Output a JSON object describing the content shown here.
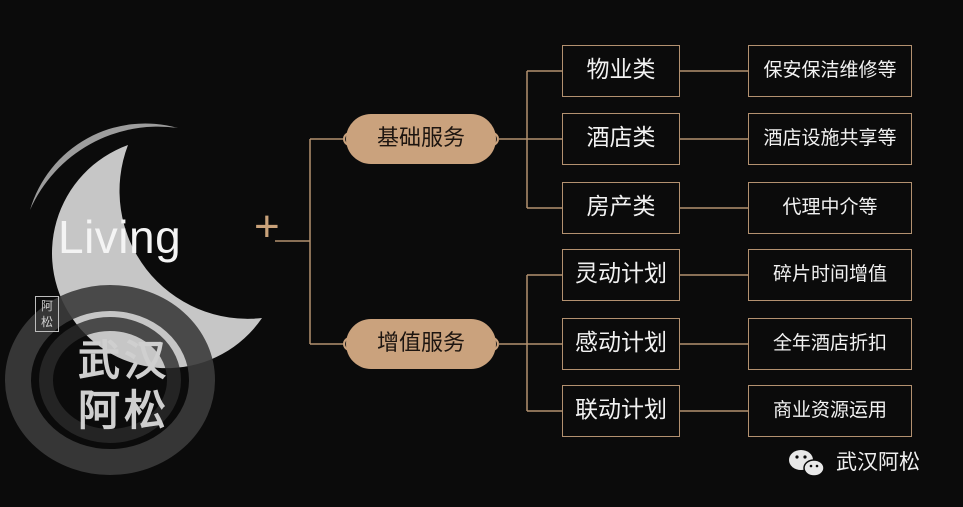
{
  "logo": {
    "text": "Living",
    "plus": "+"
  },
  "categories": [
    {
      "label": "基础服务",
      "items": [
        {
          "label": "物业类",
          "detail": "保安保洁维修等"
        },
        {
          "label": "酒店类",
          "detail": "酒店设施共享等"
        },
        {
          "label": "房产类",
          "detail": "代理中介等"
        }
      ]
    },
    {
      "label": "增值服务",
      "items": [
        {
          "label": "灵动计划",
          "detail": "碎片时间增值"
        },
        {
          "label": "感动计划",
          "detail": "全年酒店折扣"
        },
        {
          "label": "联动计划",
          "detail": "商业资源运用"
        }
      ]
    }
  ],
  "watermark": {
    "stamp_line1": "武汉",
    "stamp_line2": "阿松",
    "seal": "阿松",
    "account": "武汉阿松"
  },
  "colors": {
    "background": "#0b0b0b",
    "gold": "#caa27d",
    "line": "#b39170",
    "text": "#f2f2f2"
  }
}
